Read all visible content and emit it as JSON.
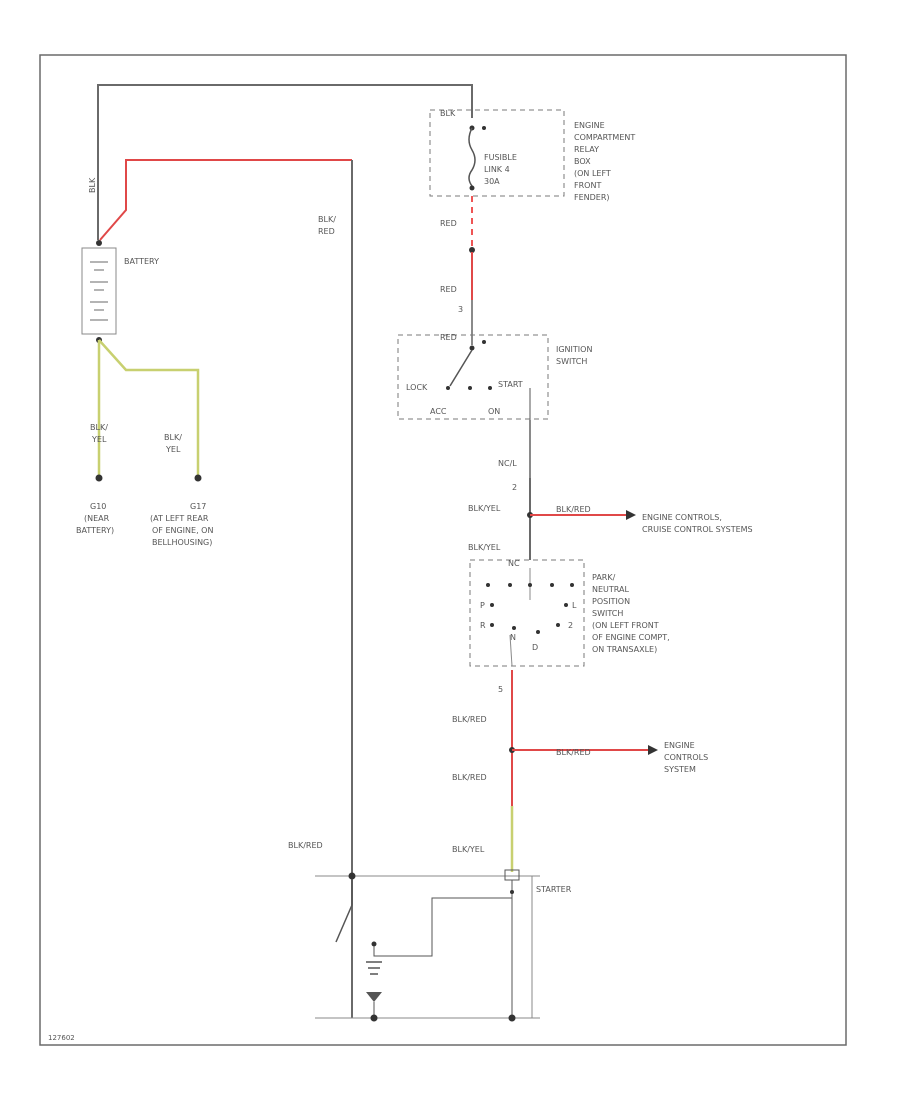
{
  "labels": {
    "blk_top": "BLK",
    "battery": "BATTERY",
    "blk_red_left": [
      "BLK/",
      "RED"
    ],
    "blk_fuse": "BLK",
    "fusible_link": [
      "FUSIBLE",
      "LINK 4",
      "30A"
    ],
    "relay_box": [
      "ENGINE",
      "COMPARTMENT",
      "RELAY",
      "BOX",
      "(ON LEFT",
      "FRONT",
      "FENDER)"
    ],
    "red1": "RED",
    "red2": "RED",
    "pin_3": "3",
    "red3": "RED",
    "ignition_switch": [
      "IGNITION",
      "SWITCH"
    ],
    "lock": "LOCK",
    "start": "START",
    "acc": "ACC",
    "on": "ON",
    "blk_yel_1": [
      "BLK/",
      "YEL"
    ],
    "blk_yel_2": [
      "BLK/",
      "YEL"
    ],
    "g10": [
      "G10",
      "(NEAR",
      "BATTERY)"
    ],
    "g17": [
      "G17",
      "(AT LEFT REAR",
      "OF ENGINE, ON",
      "BELLHOUSING)"
    ],
    "ncl": "NC/L",
    "pin_2": "2",
    "blk_yel_3": "BLK/YEL",
    "blk_red_ec": "BLK/RED",
    "engine_controls_cruise": [
      "ENGINE CONTROLS,",
      "CRUISE CONTROL SYSTEMS"
    ],
    "blk_yel_4": "BLK/YEL",
    "pnp_pin_top": "NC",
    "pnp_switch": [
      "PARK/",
      "NEUTRAL",
      "POSITION",
      "SWITCH",
      "(ON LEFT FRONT",
      "OF ENGINE COMPT,",
      "ON TRANSAXLE)"
    ],
    "pnp_p": "P",
    "pnp_l": "L",
    "pnp_r": "R",
    "pnp_2": "2",
    "pnp_n": "N",
    "pnp_d": "D",
    "pin_5": "5",
    "blk_red_1": "BLK/RED",
    "blk_red_ecs": "BLK/RED",
    "engine_controls_system": [
      "ENGINE",
      "CONTROLS",
      "SYSTEM"
    ],
    "blk_red_2": "BLK/RED",
    "blk_red_3": "BLK/RED",
    "blk_yel_5": "BLK/YEL",
    "starter": "STARTER",
    "figure_id": "127602"
  }
}
